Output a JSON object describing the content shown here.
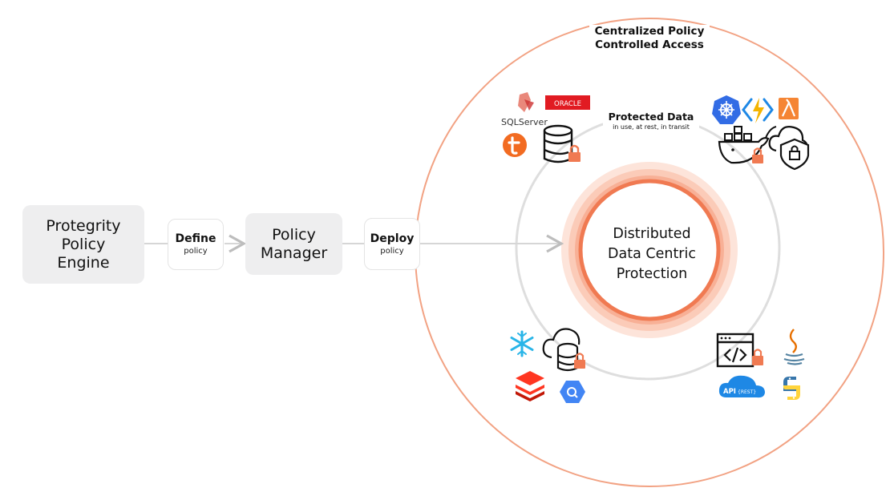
{
  "engine_label": "Protegrity\nPolicy\nEngine",
  "define_step": {
    "title": "Define",
    "sub": "policy"
  },
  "manager_label": "Policy\nManager",
  "deploy_step": {
    "title": "Deploy",
    "sub": "policy"
  },
  "outer_label": "Centralized Policy\nControlled Access",
  "protected_data": {
    "title": "Protected Data",
    "sub": "in use, at rest, in transit"
  },
  "center_label": "Distributed\nData Centric\nProtection",
  "logos": {
    "oracle": "ORACLE",
    "sqlserver": "SQLServer",
    "api": "API",
    "rest": "{REST}"
  },
  "colors": {
    "accent": "#f07a52",
    "ring": "#d9d9d9",
    "box": "#eeeeef"
  }
}
